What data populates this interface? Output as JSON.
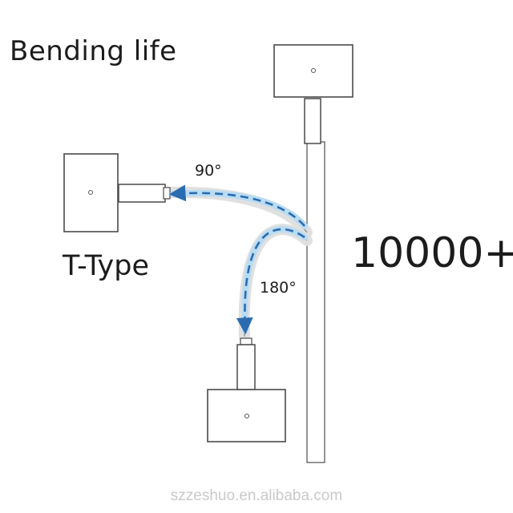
{
  "title": "Bending life",
  "connector_type": "T-Type",
  "bend_count": "10000+",
  "angles": {
    "first": "90°",
    "second": "180°"
  },
  "watermark": "szzeshuo.en.alibaba.com",
  "colors": {
    "arrow": "#2b6cb0",
    "glow": "#b9dcf3",
    "outline": "#4a4a4a"
  }
}
